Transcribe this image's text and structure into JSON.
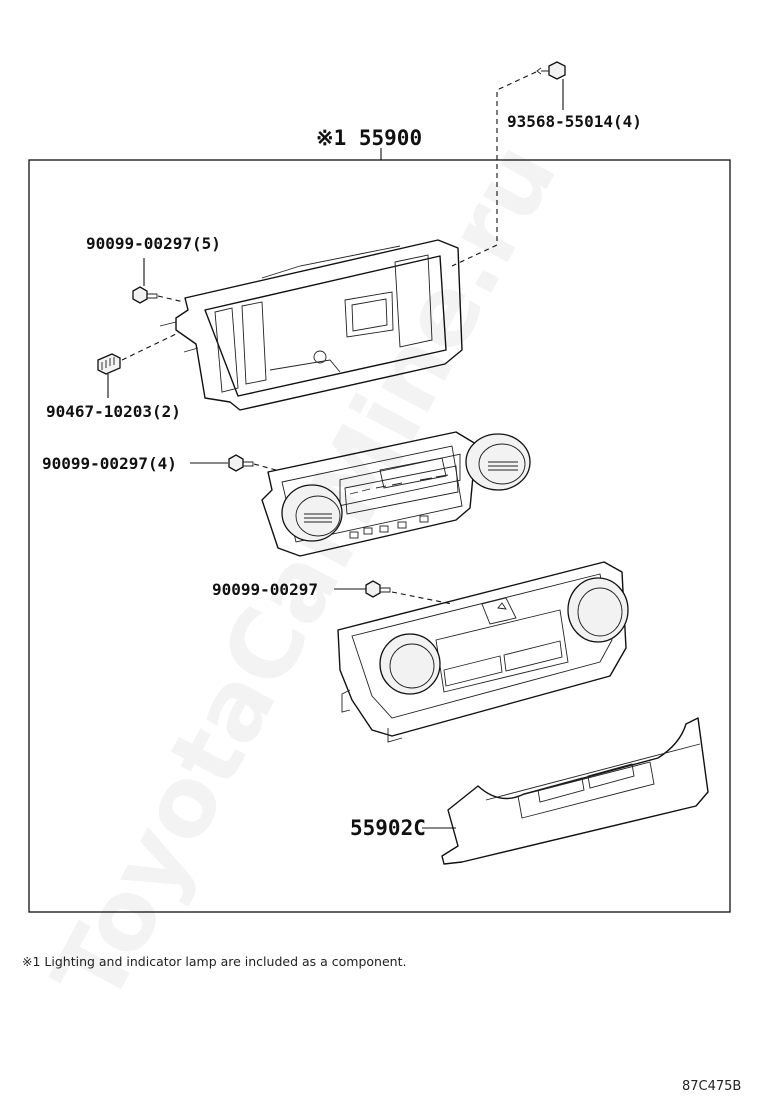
{
  "diagram": {
    "assembly_label": "※1 55900",
    "labels": {
      "screw_top": "93568-55014(4)",
      "screw_5": "90099-00297(5)",
      "clip_2": "90467-10203(2)",
      "screw_4": "90099-00297(4)",
      "screw_1": "90099-00297",
      "panel": "55902C"
    },
    "footnote": "※1 Lighting and indicator lamp are included as a component.",
    "figure_code": "87C475B",
    "watermark": "ToyotaCarMine.ru"
  }
}
